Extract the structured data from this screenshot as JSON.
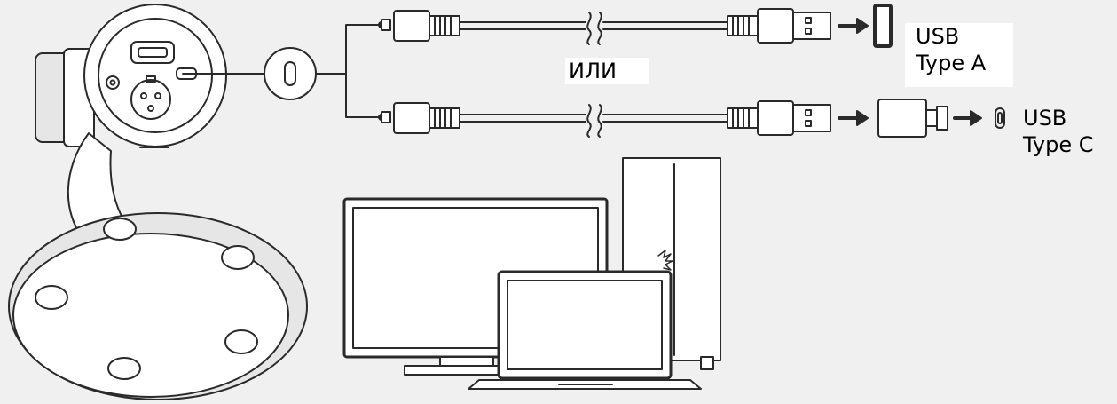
{
  "labels": {
    "or": "ИЛИ",
    "usb_a_line1": "USB",
    "usb_a_line2": "Type A",
    "usb_c_line1": "USB",
    "usb_c_line2": "Type C"
  },
  "colors": {
    "background": "#f0f0f0",
    "line": "#2a2a2a",
    "fill_light": "#ffffff",
    "fill_gray": "#e6e6e6"
  }
}
